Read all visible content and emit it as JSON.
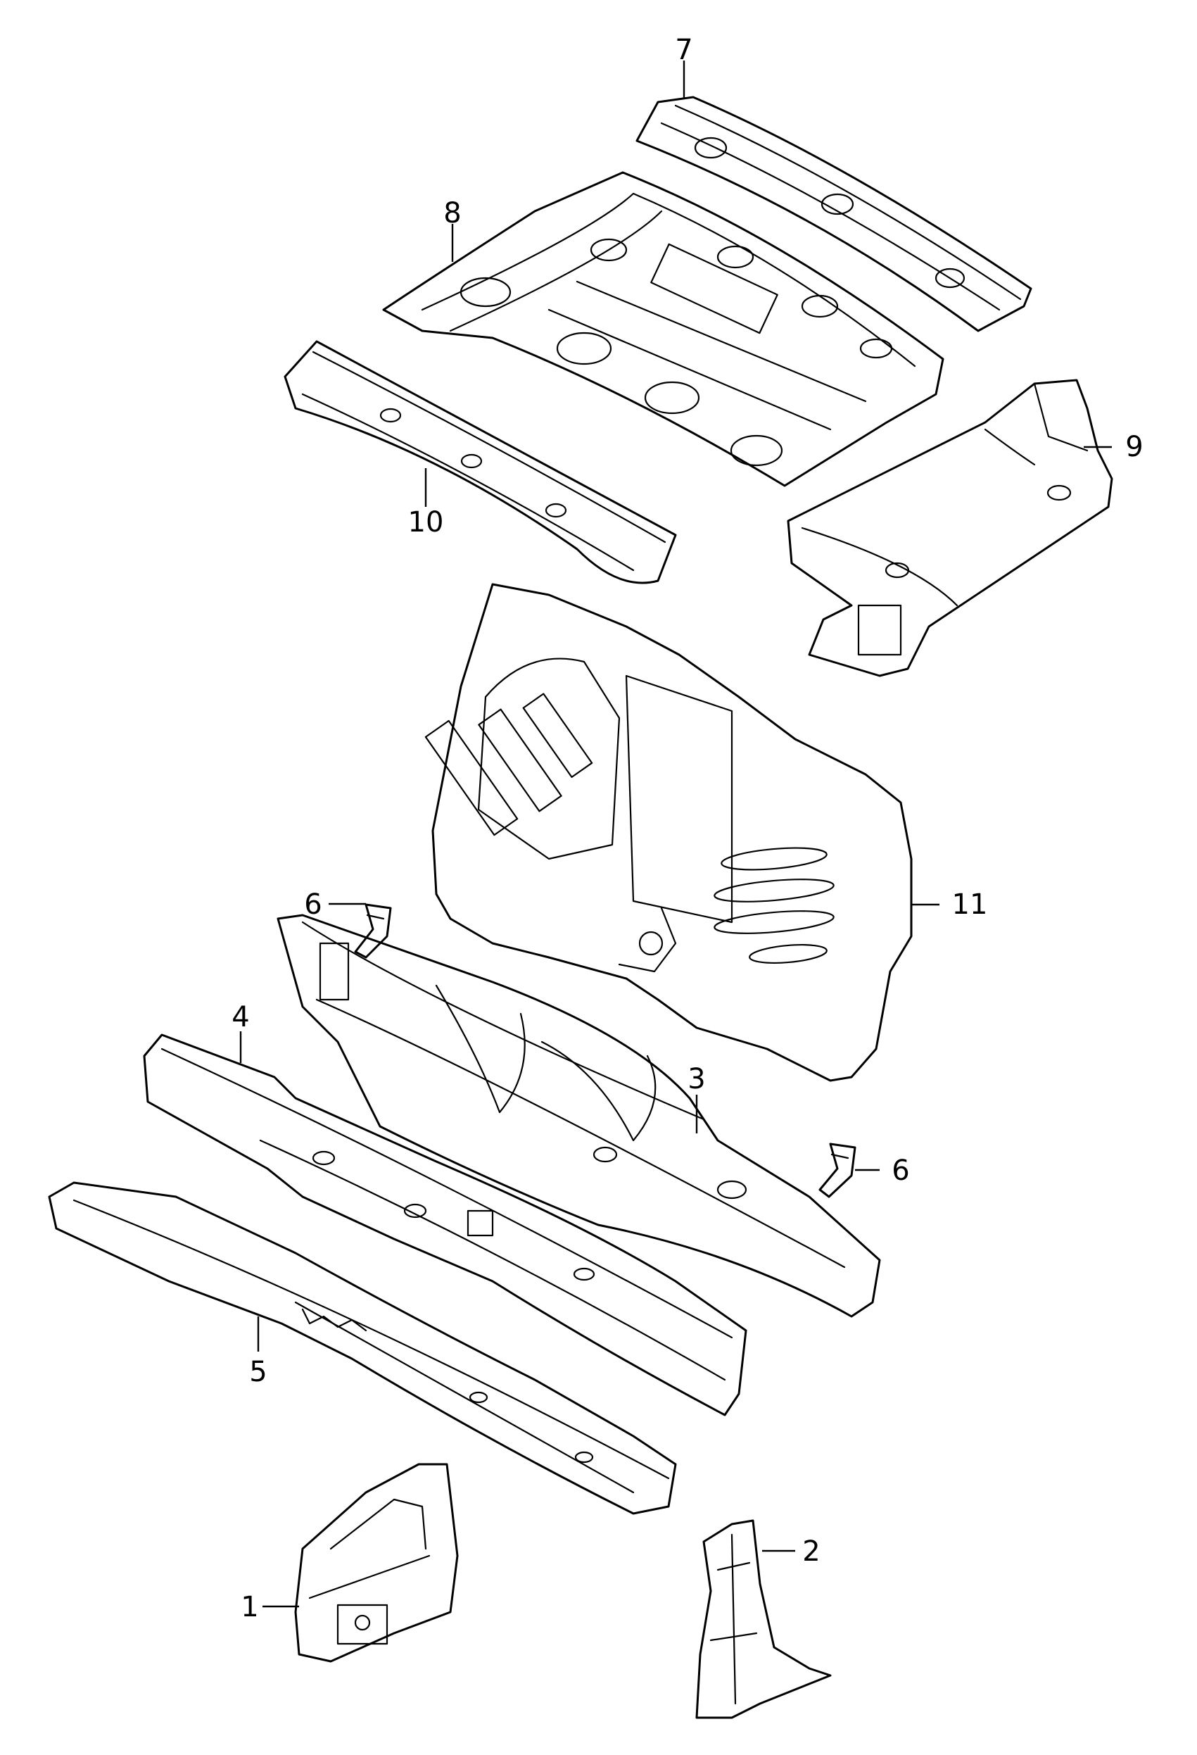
{
  "callouts": {
    "c1": "1",
    "c2": "2",
    "c3": "3",
    "c4": "4",
    "c5": "5",
    "c6a": "6",
    "c6b": "6",
    "c7": "7",
    "c8": "8",
    "c9": "9",
    "c10": "10",
    "c11": "11"
  }
}
